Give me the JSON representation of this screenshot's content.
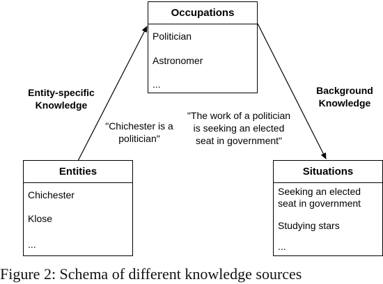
{
  "occupations": {
    "title": "Occupations",
    "items": [
      "Politician",
      "Astronomer",
      "..."
    ]
  },
  "entities": {
    "title": "Entities",
    "items": [
      "Chichester",
      "Klose",
      "..."
    ]
  },
  "situations": {
    "title": "Situations",
    "items": [
      "Seeking an elected\nseat in government",
      "Studying stars",
      "..."
    ]
  },
  "edges": {
    "left_label": "Entity-specific\nKnowledge",
    "left_quote": "\"Chichester is a\npolitician\"",
    "right_label": "Background\nKnowledge",
    "right_quote": "\"The work of a politician\nis seeking an elected\nseat in government\""
  },
  "caption": "Figure 2: Schema of different knowledge sources"
}
